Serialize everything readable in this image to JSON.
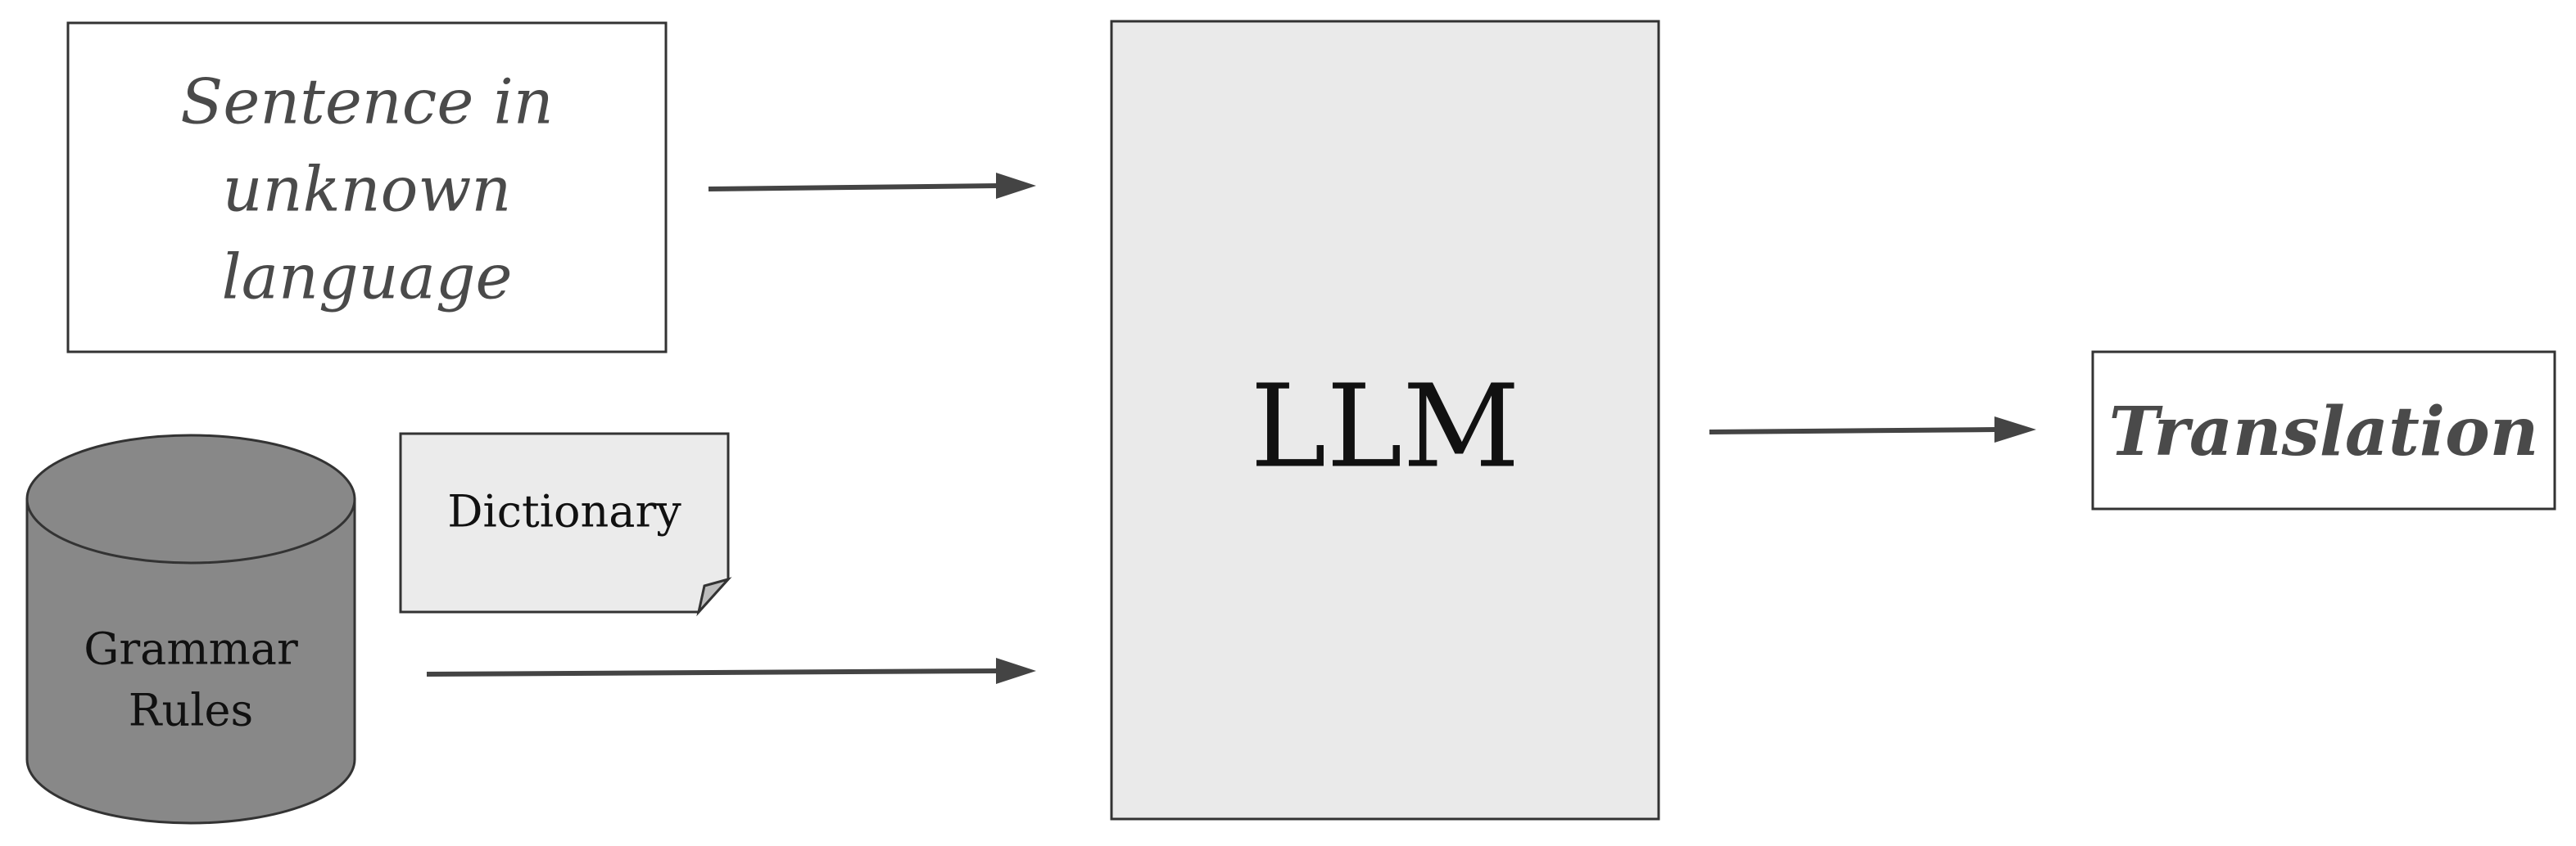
{
  "input": {
    "lines": [
      "Sentence in",
      "unknown",
      "language"
    ]
  },
  "dictionary": {
    "label": "Dictionary"
  },
  "grammar": {
    "lines": [
      "Grammar",
      "Rules"
    ]
  },
  "llm": {
    "label": "LLM"
  },
  "output": {
    "label": "Translation"
  },
  "colors": {
    "stroke": "#333333",
    "box_fill": "#ffffff",
    "llm_fill": "#eaeaea",
    "doc_fill": "#ebebeb",
    "db_fill": "#888888",
    "arrow": "#444444",
    "text_muted": "#4a4a4a",
    "text": "#111111"
  }
}
